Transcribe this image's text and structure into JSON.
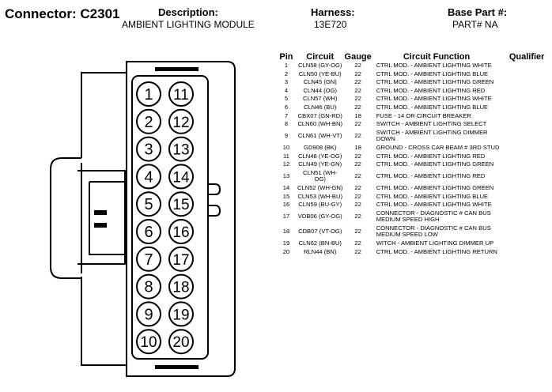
{
  "connector": {
    "label": "Connector:",
    "id": "C2301"
  },
  "description": {
    "label": "Description:",
    "value": "AMBIENT LIGHTING MODULE"
  },
  "harness": {
    "label": "Harness:",
    "value": "13E720"
  },
  "base_part": {
    "label": "Base Part #:",
    "value": "PART# NA"
  },
  "table_headers": {
    "pin": "Pin",
    "circuit": "Circuit",
    "gauge": "Gauge",
    "function": "Circuit Function",
    "qualifier": "Qualifier"
  },
  "pins": [
    {
      "pin": "1",
      "circuit": "CLN58 (GY-OG)",
      "gauge": "22",
      "function": "CTRL MOD. - AMBIENT LIGHTING WHITE",
      "qualifier": ""
    },
    {
      "pin": "2",
      "circuit": "CLN50 (YE-BU)",
      "gauge": "22",
      "function": "CTRL MOD. - AMBIENT LIGHTING BLUE",
      "qualifier": ""
    },
    {
      "pin": "3",
      "circuit": "CLN45 (GN)",
      "gauge": "22",
      "function": "CTRL MOD. - AMBIENT LIGHTING GREEN",
      "qualifier": ""
    },
    {
      "pin": "4",
      "circuit": "CLN44 (OG)",
      "gauge": "22",
      "function": "CTRL MOD. - AMBIENT LIGHTING RED",
      "qualifier": ""
    },
    {
      "pin": "5",
      "circuit": "CLN57 (WH)",
      "gauge": "22",
      "function": "CTRL MOD. - AMBIENT LIGHTING WHITE",
      "qualifier": ""
    },
    {
      "pin": "6",
      "circuit": "CLN46 (BU)",
      "gauge": "22",
      "function": "CTRL MOD. - AMBIENT LIGHTING BLUE",
      "qualifier": ""
    },
    {
      "pin": "7",
      "circuit": "CBX07 (GN-RD)",
      "gauge": "18",
      "function": "FUSE - 14 OR CIRCUIT BREAKER",
      "qualifier": ""
    },
    {
      "pin": "8",
      "circuit": "CLN60 (WH-BN)",
      "gauge": "22",
      "function": "SWITCH - AMBIENT LIGHTING SELECT",
      "qualifier": ""
    },
    {
      "pin": "9",
      "circuit": "CLN61 (WH-VT)",
      "gauge": "22",
      "function": "SWITCH - AMBIENT LIGHTING DIMMER DOWN",
      "qualifier": ""
    },
    {
      "pin": "10",
      "circuit": "GD908 (BK)",
      "gauge": "18",
      "function": "GROUND - CROSS CAR BEAM # 3RD STUD",
      "qualifier": ""
    },
    {
      "pin": "11",
      "circuit": "CLN48 (YE-OG)",
      "gauge": "22",
      "function": "CTRL MOD. - AMBIENT LIGHTING RED",
      "qualifier": ""
    },
    {
      "pin": "12",
      "circuit": "CLN49 (YE-GN)",
      "gauge": "22",
      "function": "CTRL MOD. - AMBIENT LIGHTING GREEN",
      "qualifier": ""
    },
    {
      "pin": "13",
      "circuit": "CLN51 (WH-OG)",
      "gauge": "22",
      "function": "CTRL MOD. - AMBIENT LIGHTING RED",
      "qualifier": ""
    },
    {
      "pin": "14",
      "circuit": "CLN52 (WH-GN)",
      "gauge": "22",
      "function": "CTRL MOD. - AMBIENT LIGHTING GREEN",
      "qualifier": ""
    },
    {
      "pin": "15",
      "circuit": "CLN53 (WH-BU)",
      "gauge": "22",
      "function": "CTRL MOD. - AMBIENT LIGHTING BLUE",
      "qualifier": ""
    },
    {
      "pin": "16",
      "circuit": "CLN59 (BU-GY)",
      "gauge": "22",
      "function": "CTRL MOD. - AMBIENT LIGHTING WHITE",
      "qualifier": ""
    },
    {
      "pin": "17",
      "circuit": "VDB06 (GY-OG)",
      "gauge": "22",
      "function": "CONNECTOR - DIAGNOSTIC # CAN BUS MEDIUM SPEED HIGH",
      "qualifier": ""
    },
    {
      "pin": "18",
      "circuit": "CDB07 (VT-OG)",
      "gauge": "22",
      "function": "CONNECTOR - DIAGNOSTIC # CAN BUS MEDIUM SPEED LOW",
      "qualifier": ""
    },
    {
      "pin": "19",
      "circuit": "CLN62 (BN-BU)",
      "gauge": "22",
      "function": "WITCH - AMBIENT LIGHTING DIMMER UP",
      "qualifier": ""
    },
    {
      "pin": "20",
      "circuit": "RLN44 (BN)",
      "gauge": "22",
      "function": "CTRL MOD. - AMBIENT LIGHTING RETURN",
      "qualifier": ""
    }
  ],
  "cavities": {
    "left": [
      "1",
      "2",
      "3",
      "4",
      "5",
      "6",
      "7",
      "8",
      "9",
      "10"
    ],
    "right": [
      "11",
      "12",
      "13",
      "14",
      "15",
      "16",
      "17",
      "18",
      "19",
      "20"
    ]
  }
}
